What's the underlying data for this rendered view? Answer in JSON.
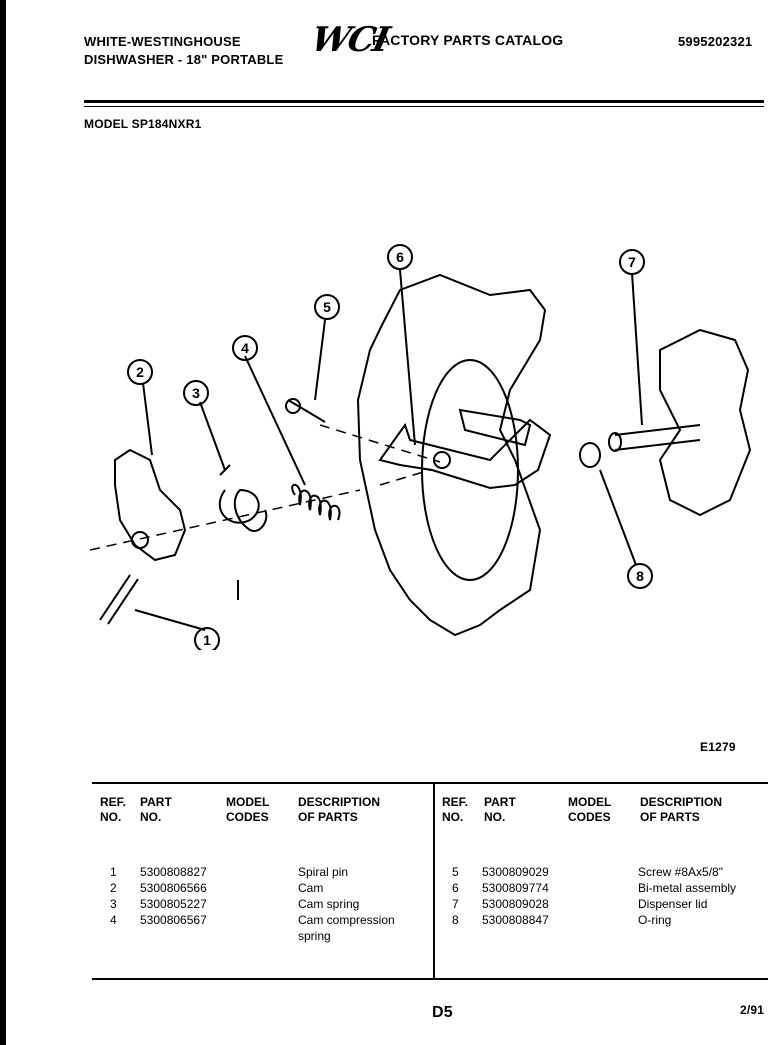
{
  "header": {
    "brand": "WHITE-WESTINGHOUSE",
    "product": "DISHWASHER - 18\" PORTABLE",
    "logo": "WCI",
    "catalog": "FACTORY PARTS CATALOG",
    "catalog_no": "5995202321",
    "model": "MODEL SP184NXR1"
  },
  "diagram": {
    "code": "E1279",
    "callouts": [
      "1",
      "2",
      "3",
      "4",
      "5",
      "6",
      "7",
      "8"
    ]
  },
  "table": {
    "headers": {
      "ref": [
        "REF.",
        "NO."
      ],
      "part": [
        "PART",
        "NO."
      ],
      "model": [
        "MODEL",
        "CODES"
      ],
      "desc": [
        "DESCRIPTION",
        "OF PARTS"
      ]
    },
    "left": [
      {
        "ref": "1",
        "part": "5300808827",
        "desc": "Spiral pin"
      },
      {
        "ref": "2",
        "part": "5300806566",
        "desc": "Cam"
      },
      {
        "ref": "3",
        "part": "5300805227",
        "desc": "Cam spring"
      },
      {
        "ref": "4",
        "part": "5300806567",
        "desc": "Cam compression",
        "desc2": "spring"
      }
    ],
    "right": [
      {
        "ref": "5",
        "part": "5300809029",
        "desc": "Screw #8Ax5/8\""
      },
      {
        "ref": "6",
        "part": "5300809774",
        "desc": "Bi-metal assembly"
      },
      {
        "ref": "7",
        "part": "5300809028",
        "desc": "Dispenser lid"
      },
      {
        "ref": "8",
        "part": "5300808847",
        "desc": "O-ring"
      }
    ]
  },
  "footer": {
    "page": "D5",
    "date": "2/91"
  }
}
